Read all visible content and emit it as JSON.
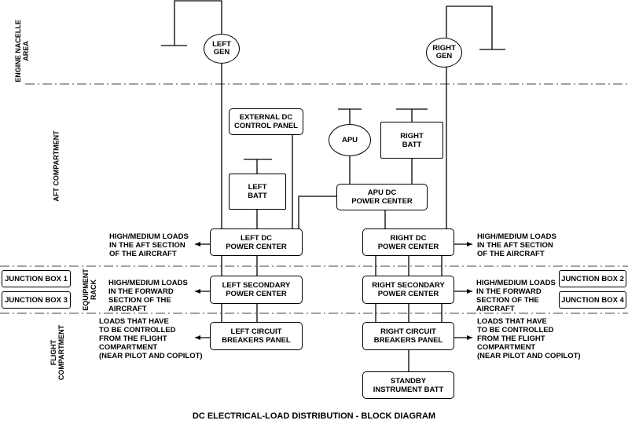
{
  "zones": {
    "engine_nacelle": "ENGINE NACELLE\nAREA",
    "aft_compartment": "AFT COMPARTMENT",
    "equipment_rack": "EQUIPMENT\nRACK",
    "flight_compartment": "FLIGHT\nCOMPARTMENT"
  },
  "components": {
    "left_gen": "LEFT\nGEN",
    "right_gen": "RIGHT\nGEN",
    "external_dc_panel": "EXTERNAL DC\nCONTROL PANEL",
    "apu": "APU",
    "right_batt": "RIGHT\nBATT",
    "left_batt": "LEFT\nBATT",
    "apu_dc_center": "APU DC\nPOWER CENTER",
    "left_dc_center": "LEFT DC\nPOWER CENTER",
    "right_dc_center": "RIGHT DC\nPOWER CENTER",
    "left_secondary": "LEFT SECONDARY\nPOWER CENTER",
    "right_secondary": "RIGHT SECONDARY\nPOWER CENTER",
    "left_circuit": "LEFT CIRCUIT\nBREAKERS PANEL",
    "right_circuit": "RIGHT CIRCUIT\nBREAKERS PANEL",
    "standby_batt": "STANDBY\nINSTRUMENT BATT"
  },
  "junction_boxes": {
    "jb1": "JUNCTION BOX 1",
    "jb2": "JUNCTION BOX 2",
    "jb3": "JUNCTION BOX 3",
    "jb4": "JUNCTION BOX 4"
  },
  "notes": {
    "left_aft": "HIGH/MEDIUM LOADS\nIN THE AFT SECTION\nOF THE AIRCRAFT",
    "right_aft": "HIGH/MEDIUM LOADS\nIN THE AFT SECTION\nOF THE AIRCRAFT",
    "left_forward": "HIGH/MEDIUM LOADS\nIN THE FORWARD\nSECTION OF THE\nAIRCRAFT",
    "right_forward": "HIGH/MEDIUM LOADS\nIN THE FORWARD\nSECTION OF THE\nAIRCRAFT",
    "left_flight": "LOADS THAT HAVE\nTO BE CONTROLLED\nFROM THE FLIGHT\nCOMPARTMENT\n(NEAR PILOT AND COPILOT)",
    "right_flight": "LOADS THAT HAVE\nTO BE CONTROLLED\nFROM THE FLIGHT\nCOMPARTMENT\n(NEAR PILOT AND COPILOT)"
  },
  "title": "DC ELECTRICAL-LOAD DISTRIBUTION - BLOCK DIAGRAM"
}
